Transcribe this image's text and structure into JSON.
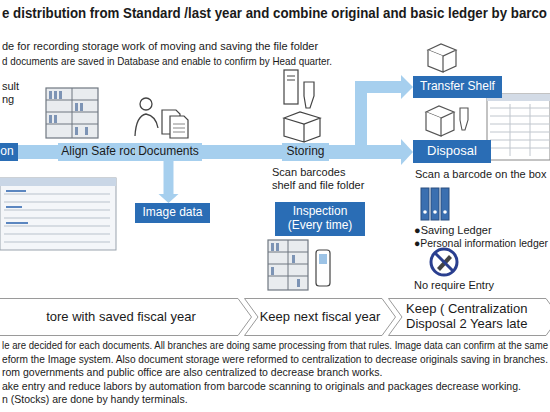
{
  "diagram": {
    "title": "e distribution from Standard /last year and combine original and basic ledger by barco",
    "nodes": [
      {
        "text": [
          "on"
        ]
      },
      {
        "text": [
          "Align Safe room"
        ]
      },
      {
        "text": [
          "Documents"
        ]
      },
      {
        "text": [
          "Image data"
        ]
      },
      {
        "text": [
          "Storing"
        ]
      },
      {
        "text": [
          "Inspection (Every time)"
        ]
      },
      {
        "text": [
          "Transfer Shelf"
        ]
      },
      {
        "text": [
          "Disposal"
        ]
      },
      {
        "text": [
          "tore with saved fiscal year"
        ]
      },
      {
        "text": [
          "Keep next fiscal year"
        ]
      },
      {
        "text": [
          "Keep ( Centralization Disposal 2 Years late"
        ]
      }
    ],
    "edges": [
      {
        "from": 0,
        "to": 1,
        "arrow": "none"
      },
      {
        "from": 1,
        "to": 2,
        "arrow": "none"
      },
      {
        "from": 2,
        "to": 3,
        "arrow": "to"
      },
      {
        "from": 2,
        "to": 4,
        "arrow": "none"
      },
      {
        "from": 4,
        "to": 7,
        "arrow": "to"
      },
      {
        "from": 4,
        "to": 6,
        "arrow": "to"
      }
    ],
    "labels": [
      "de for recording storage work of moving and saving the file folder",
      "d documents are saved in Database and enable to confirm by Head quarter.",
      "sult",
      "ng",
      "Scan barcodes shelf and file folder",
      "Scan a barcode on the box",
      "●Saving Ledger",
      "●Personal information ledger",
      "No require Entry",
      "le are decided for each documents. All branches are doing same processing from that rules. Image data can confirm at the same",
      "eform the Image system. Also document storage were reformed to centralization to decrease originals saving in branches.",
      "rom governments and public office are also centralized to decrease branch works.",
      "ake entry and reduce labors by automation from barcode scanning to originals and packages decrease working.",
      "n (Stocks) are done by handy terminals."
    ]
  }
}
